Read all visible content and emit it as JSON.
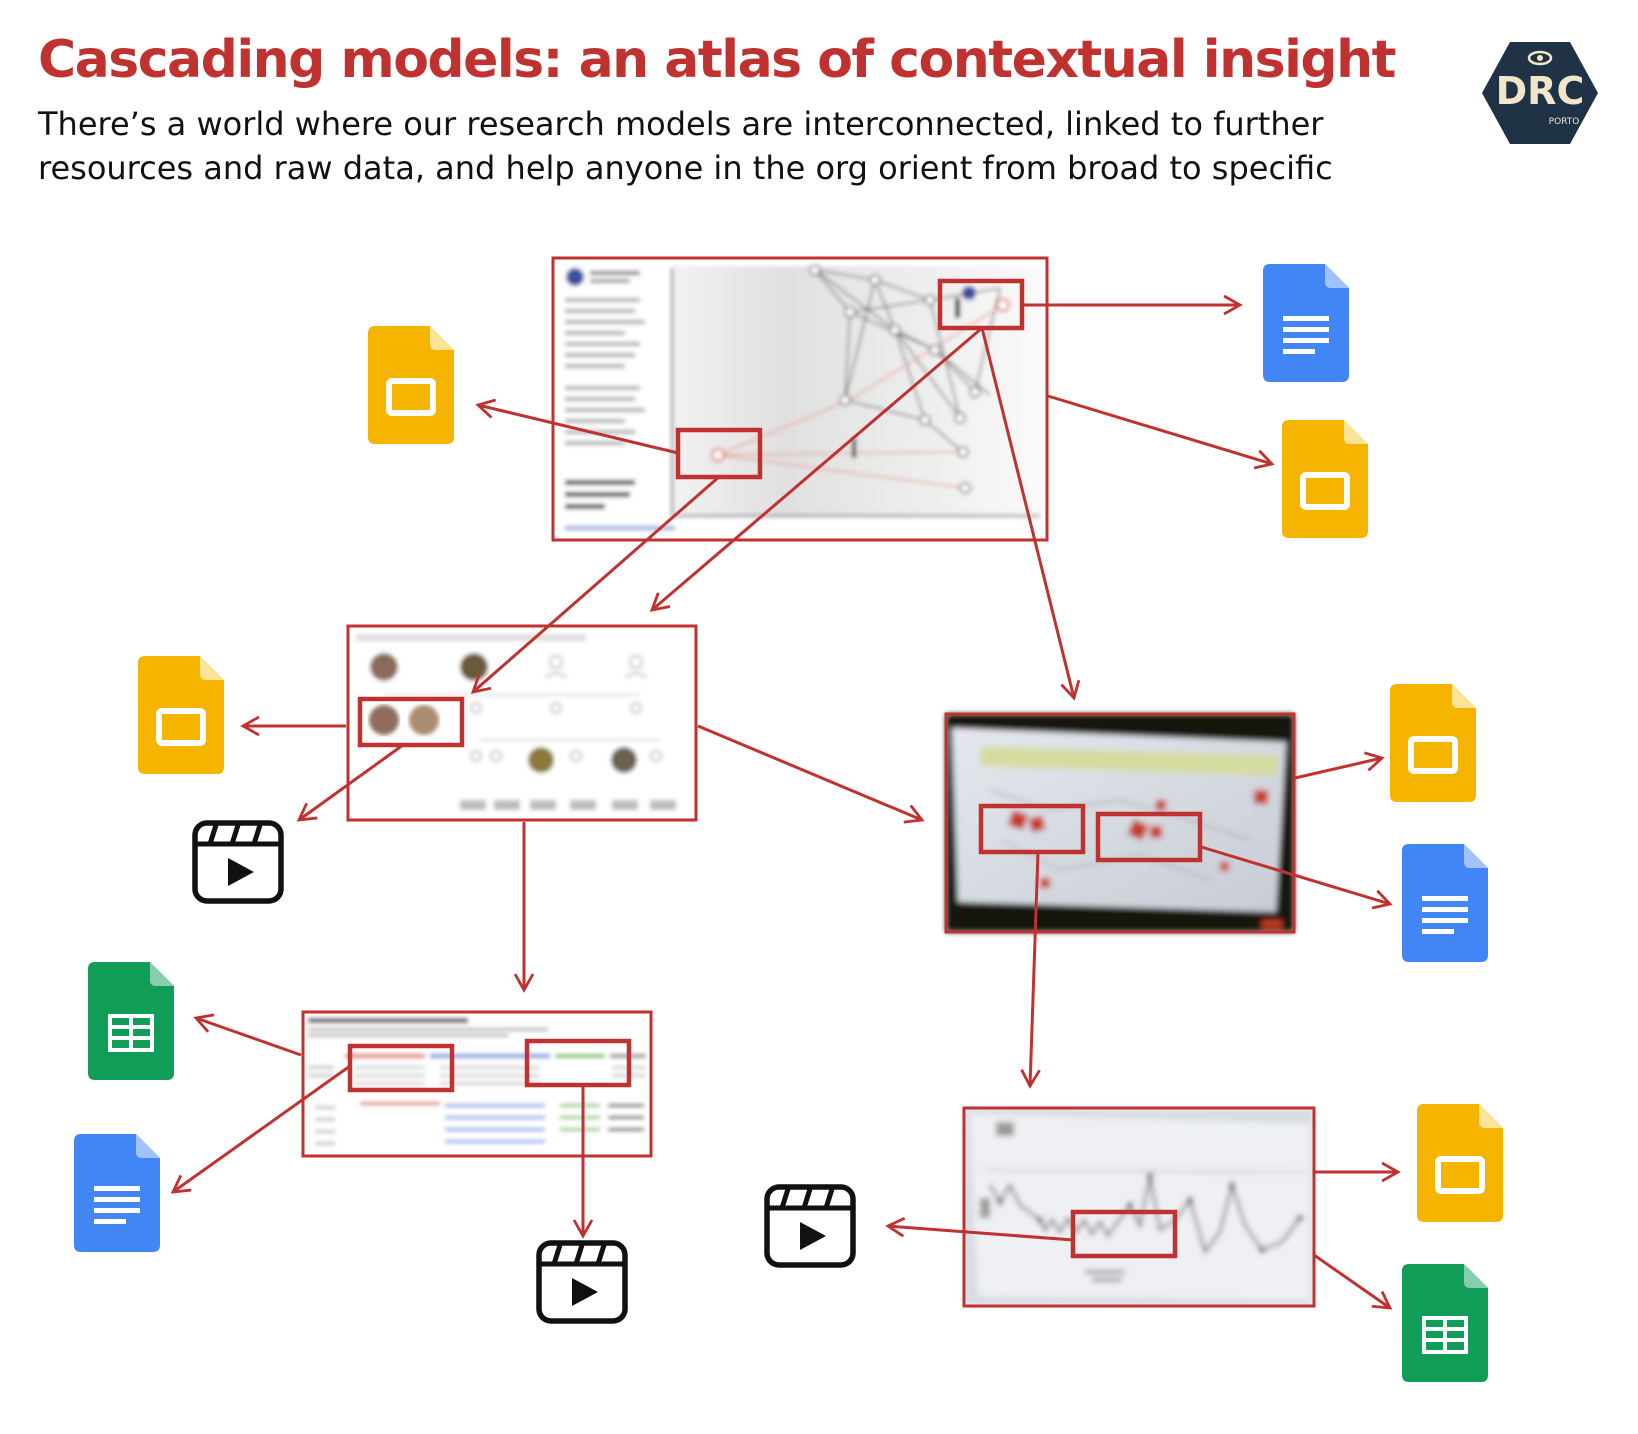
{
  "title": "Cascading models: an atlas of contextual insight",
  "subtitle": "There’s a world where our research models are interconnected, linked to further resources and raw data, and help anyone in the org orient from broad to specific",
  "logo": {
    "text": "DRC",
    "subtext": "PORTO",
    "icon": "eye-icon"
  },
  "colors": {
    "accent": "#c0322f",
    "slides": "#f4b400",
    "docs": "#4285f4",
    "sheets": "#0f9d58",
    "dark": "#111111"
  },
  "models": [
    {
      "name": "publishing-landscape-model",
      "style": "network"
    },
    {
      "name": "construction-team-hierarchy-model",
      "style": "hierarchy"
    },
    {
      "name": "workshop-wall-photo-model",
      "style": "photo"
    },
    {
      "name": "project-lifecycle-table-model",
      "style": "table"
    },
    {
      "name": "journey-wall-photo-model",
      "style": "wave"
    }
  ],
  "resource_icons": [
    "slides-icon",
    "docs-icon",
    "slides-icon",
    "slides-icon",
    "video-icon",
    "slides-icon",
    "docs-icon",
    "sheets-icon",
    "docs-icon",
    "video-icon",
    "video-icon",
    "slides-icon",
    "sheets-icon"
  ]
}
